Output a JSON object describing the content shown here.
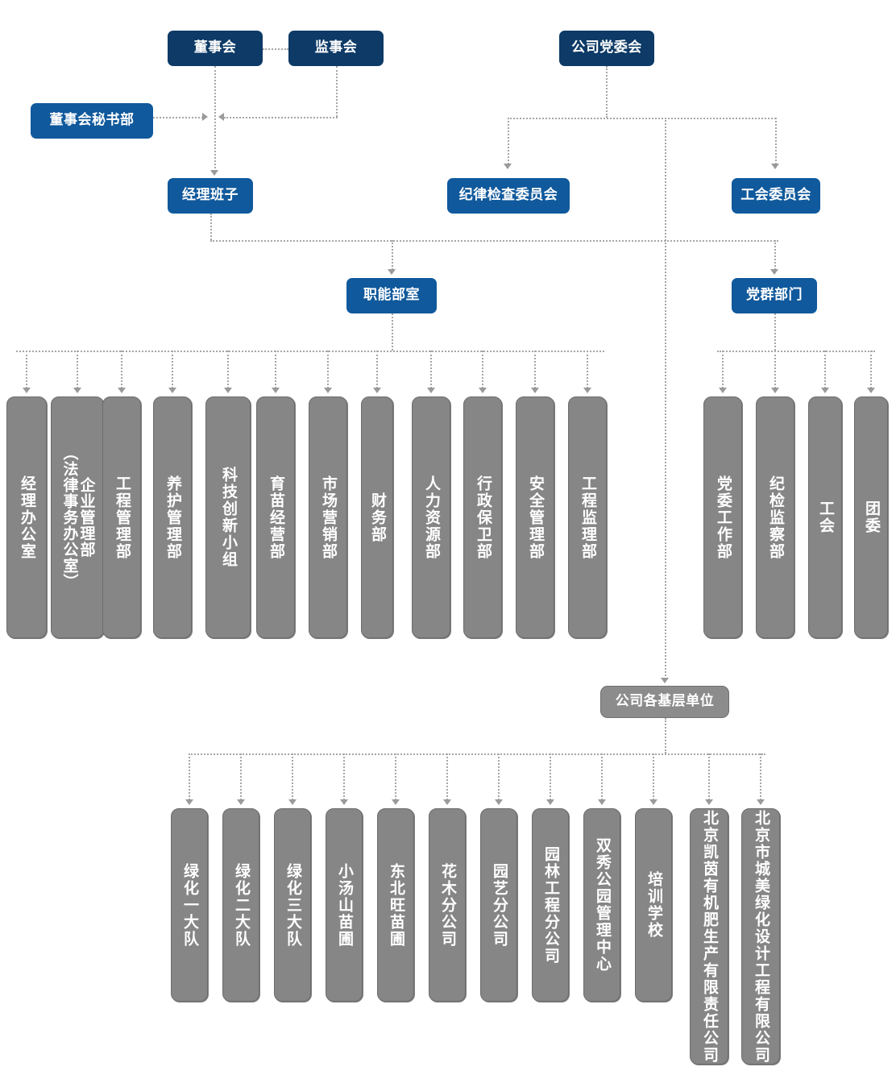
{
  "chart_data": {
    "type": "diagram",
    "title": "公司组织机构图",
    "node_levels": [
      "board",
      "executive",
      "divisions",
      "departments",
      "grassroots"
    ]
  },
  "top": {
    "board": "董事会",
    "supervisory": "监事会",
    "board_secretary": "董事会秘书部",
    "party_committee": "公司党委会",
    "manager_team": "经理班子",
    "discipline_committee": "纪律检查委员会",
    "union_committee": "工会委员会"
  },
  "groups": {
    "functional": "职能部室",
    "party_mass": "党群部门",
    "grassroots": "公司各基层单位"
  },
  "functional_departments": [
    {
      "label": "经理办公室",
      "lines": [
        "经理办公室"
      ]
    },
    {
      "label": "企业管理部（法律事务办公室）",
      "lines": [
        "企业管理部",
        "（法律事务办公室）"
      ]
    },
    {
      "label": "工程管理部",
      "lines": [
        "工程管理部"
      ]
    },
    {
      "label": "养护管理部",
      "lines": [
        "养护管理部"
      ]
    },
    {
      "label": "科技创新小组",
      "lines": [
        "科技创新小组"
      ]
    },
    {
      "label": "育苗经营部",
      "lines": [
        "育苗经营部"
      ]
    },
    {
      "label": "市场营销部",
      "lines": [
        "市场营销部"
      ]
    },
    {
      "label": "财务部",
      "lines": [
        "财务部"
      ]
    },
    {
      "label": "人力资源部",
      "lines": [
        "人力资源部"
      ]
    },
    {
      "label": "行政保卫部",
      "lines": [
        "行政保卫部"
      ]
    },
    {
      "label": "安全管理部",
      "lines": [
        "安全管理部"
      ]
    },
    {
      "label": "工程监理部",
      "lines": [
        "工程监理部"
      ]
    }
  ],
  "party_mass_departments": [
    {
      "label": "党委工作部",
      "lines": [
        "党委工作部"
      ]
    },
    {
      "label": "纪检监察部",
      "lines": [
        "纪检监察部"
      ]
    },
    {
      "label": "工会",
      "lines": [
        "工会"
      ]
    },
    {
      "label": "团委",
      "lines": [
        "团委"
      ]
    }
  ],
  "grassroots_units": [
    {
      "label": "绿化一大队",
      "lines": [
        "绿化一大队"
      ]
    },
    {
      "label": "绿化二大队",
      "lines": [
        "绿化二大队"
      ]
    },
    {
      "label": "绿化三大队",
      "lines": [
        "绿化三大队"
      ]
    },
    {
      "label": "小汤山苗圃",
      "lines": [
        "小汤山苗圃"
      ]
    },
    {
      "label": "东北旺苗圃",
      "lines": [
        "东北旺苗圃"
      ]
    },
    {
      "label": "花木分公司",
      "lines": [
        "花木分公司"
      ]
    },
    {
      "label": "园艺分公司",
      "lines": [
        "园艺分公司"
      ]
    },
    {
      "label": "园林工程分公司",
      "lines": [
        "园林工程分公司"
      ]
    },
    {
      "label": "双秀公园管理中心",
      "lines": [
        "双秀公园管理中心"
      ]
    },
    {
      "label": "培训学校",
      "lines": [
        "培训学校"
      ]
    },
    {
      "label": "北京凯茵有机肥生产有限责任公司",
      "lines": [
        "北京凯茵有机肥生产有限责任公司"
      ]
    },
    {
      "label": "北京市城美绿化设计工程有限公司",
      "lines": [
        "北京市城美绿化设计工程有限公司"
      ]
    }
  ],
  "colors": {
    "navy": "#0d3a66",
    "blue": "#10599c",
    "gray_box": "#868686",
    "gray_head": "#8c8c8c",
    "connector": "#a6a6a6",
    "text": "#ffffff",
    "background": "#ffffff"
  }
}
